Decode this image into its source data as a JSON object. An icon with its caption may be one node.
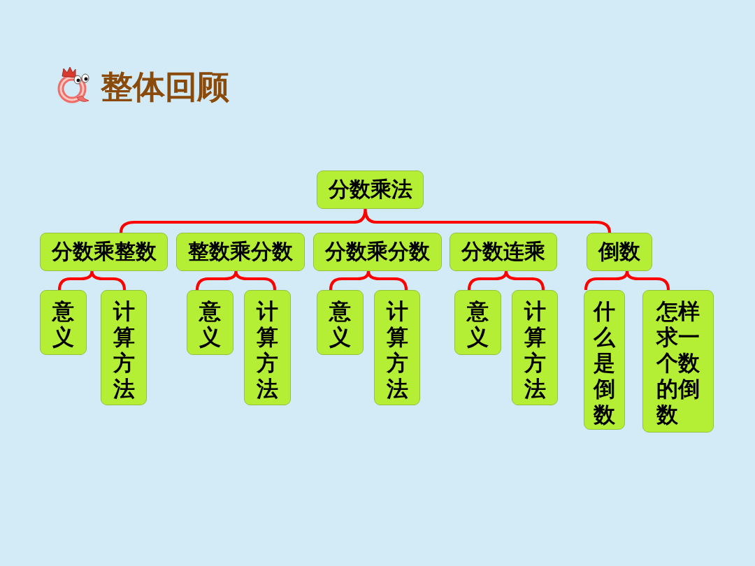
{
  "diagram": {
    "title": "整体回顾",
    "nodes": [
      {
        "text": [
          "分数乘法"
        ]
      },
      {
        "text": [
          "分数乘整数"
        ]
      },
      {
        "text": [
          "整数乘分数"
        ]
      },
      {
        "text": [
          "分数乘分数"
        ]
      },
      {
        "text": [
          "分数连乘"
        ]
      },
      {
        "text": [
          "倒数"
        ]
      },
      {
        "text": [
          "意义"
        ]
      },
      {
        "text": [
          "计算方法"
        ]
      },
      {
        "text": [
          "意义"
        ]
      },
      {
        "text": [
          "计算方法"
        ]
      },
      {
        "text": [
          "意义"
        ]
      },
      {
        "text": [
          "计算方法"
        ]
      },
      {
        "text": [
          "意义"
        ]
      },
      {
        "text": [
          "计算方法"
        ]
      },
      {
        "text": [
          "什么是倒数"
        ]
      },
      {
        "text": [
          "怎样求一个数的倒数"
        ]
      }
    ],
    "edges": [
      {
        "from": 0,
        "to": 1,
        "arrow": "none"
      },
      {
        "from": 0,
        "to": 5,
        "arrow": "none"
      },
      {
        "from": 1,
        "to": 6,
        "arrow": "none"
      },
      {
        "from": 1,
        "to": 7,
        "arrow": "none"
      },
      {
        "from": 2,
        "to": 8,
        "arrow": "none"
      },
      {
        "from": 2,
        "to": 9,
        "arrow": "none"
      },
      {
        "from": 3,
        "to": 10,
        "arrow": "none"
      },
      {
        "from": 3,
        "to": 11,
        "arrow": "none"
      },
      {
        "from": 4,
        "to": 12,
        "arrow": "none"
      },
      {
        "from": 4,
        "to": 13,
        "arrow": "none"
      },
      {
        "from": 5,
        "to": 14,
        "arrow": "none"
      },
      {
        "from": 5,
        "to": 15,
        "arrow": "none"
      }
    ]
  }
}
